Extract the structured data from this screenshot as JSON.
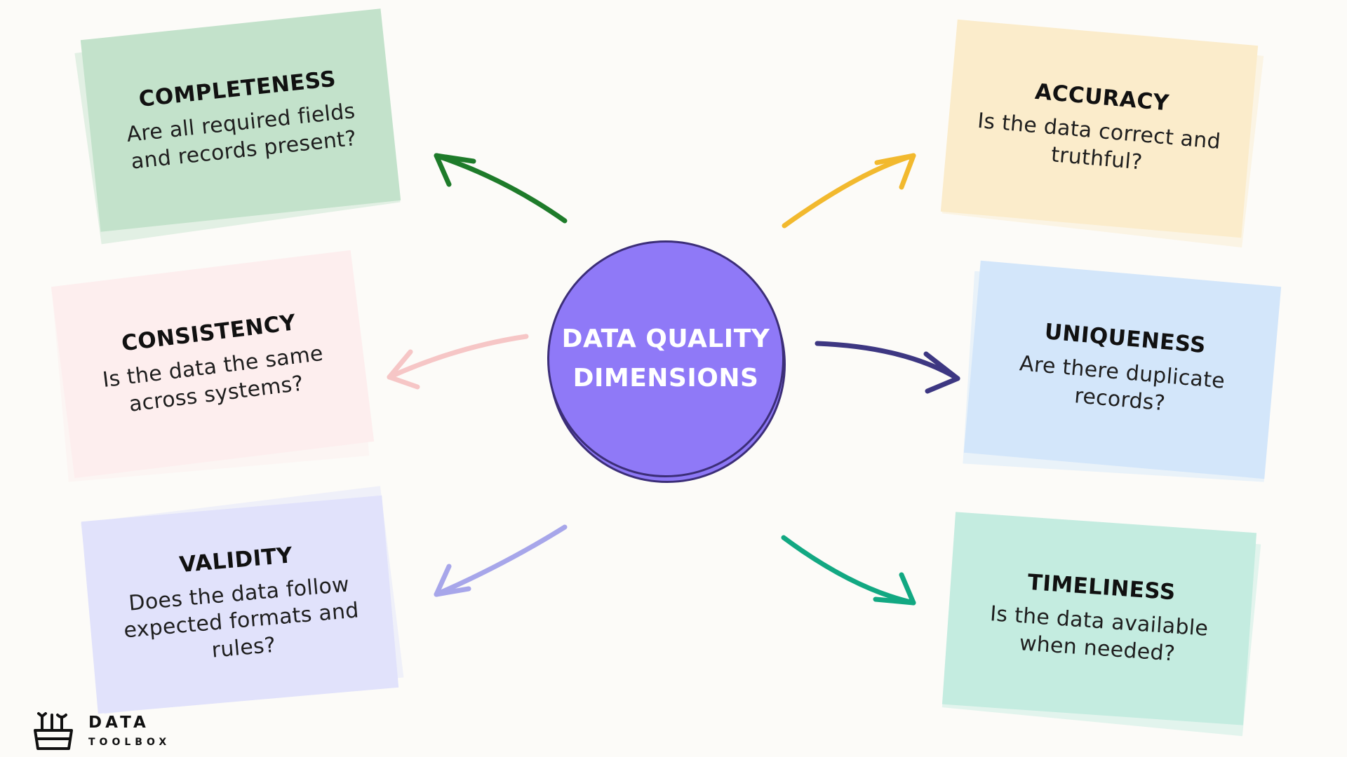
{
  "hub": {
    "label_line1": "DATA QUALITY",
    "label_line2": "DIMENSIONS"
  },
  "cards": {
    "completeness": {
      "title": "COMPLETENESS",
      "question": "Are all required fields and records present?"
    },
    "accuracy": {
      "title": "ACCURACY",
      "question": "Is the data correct and truthful?"
    },
    "consistency": {
      "title": "CONSISTENCY",
      "question": "Is the data the same across systems?"
    },
    "uniqueness": {
      "title": "UNIQUENESS",
      "question": "Are there duplicate records?"
    },
    "validity": {
      "title": "VALIDITY",
      "question": "Does the data follow expected formats and rules?"
    },
    "timeliness": {
      "title": "TIMELINESS",
      "question": "Is the data available when needed?"
    }
  },
  "colors": {
    "completeness": "#c3e2cb",
    "accuracy": "#fbeccb",
    "consistency": "#fdeeee",
    "uniqueness": "#d3e6fa",
    "validity": "#e1e2fb",
    "timeliness": "#c4ece0",
    "hub": "#8f79f7",
    "arrow_completeness": "#1e7b2a",
    "arrow_accuracy": "#f2b92e",
    "arrow_consistency": "#f6c6c6",
    "arrow_uniqueness": "#3d3782",
    "arrow_validity": "#a7a6ea",
    "arrow_timeliness": "#12a882"
  },
  "icons": {
    "logo": "toolbox-icon"
  },
  "logo": {
    "word1": "DATA",
    "word2": "TOOLBOX"
  }
}
